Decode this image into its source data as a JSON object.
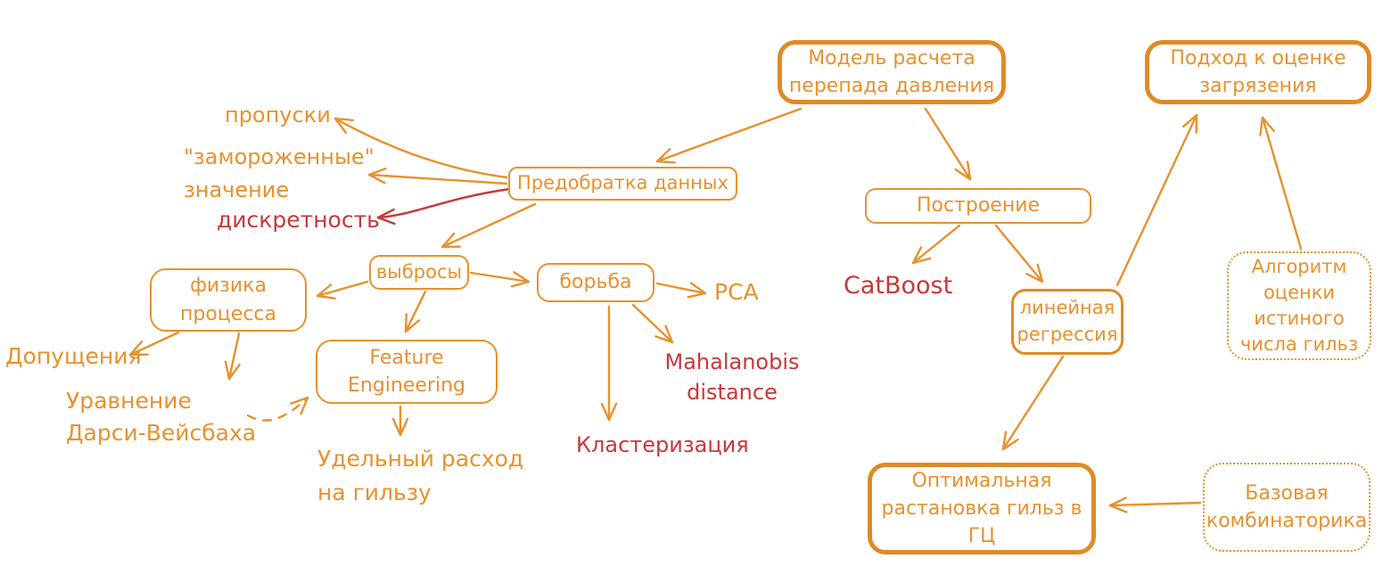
{
  "title": "Mind map: pressure drop calculation model",
  "colors": {
    "background": "#FFFFFF",
    "orange": "#E8912D",
    "orange_bold": "#E08A25",
    "red": "#C9383A"
  },
  "nodes": {
    "model": {
      "label": "Модель расчета\nперепада давления"
    },
    "pollution": {
      "label": "Подход к оценке\nзагрязения"
    },
    "preprocessing": {
      "label": "Предобратка данных"
    },
    "gaps": {
      "label": "пропуски"
    },
    "frozen": {
      "label": "\"замороженные\"\nзначение"
    },
    "discreteness": {
      "label": "дискретность"
    },
    "outliers": {
      "label": "выбросы"
    },
    "fight": {
      "label": "борьба"
    },
    "pca": {
      "label": "PCA"
    },
    "physics": {
      "label": "физика\nпроцесса"
    },
    "assumptions": {
      "label": "Допущения"
    },
    "darcy": {
      "label": "Уравнение\nДарси-Вейсбаха"
    },
    "feature_engineering": {
      "label": "Feature\nEngineering"
    },
    "specific_flow": {
      "label": "Удельный расход\nна гильзу"
    },
    "mahalanobis": {
      "label": "Mahalanobis\ndistance"
    },
    "clustering": {
      "label": "Кластеризация"
    },
    "building": {
      "label": "Построение"
    },
    "catboost": {
      "label": "CatBoost"
    },
    "linear_regression": {
      "label": "линейная\nрегрессия"
    },
    "liner_count_algorithm": {
      "label": "Алгоритм\nоценки\nистиного\nчисла гильз"
    },
    "optimal_arrangement": {
      "label": "Оптимальная\nрастановка гильз в\nГЦ"
    },
    "combinatorics": {
      "label": "Базовая\nкомбинаторика"
    }
  }
}
